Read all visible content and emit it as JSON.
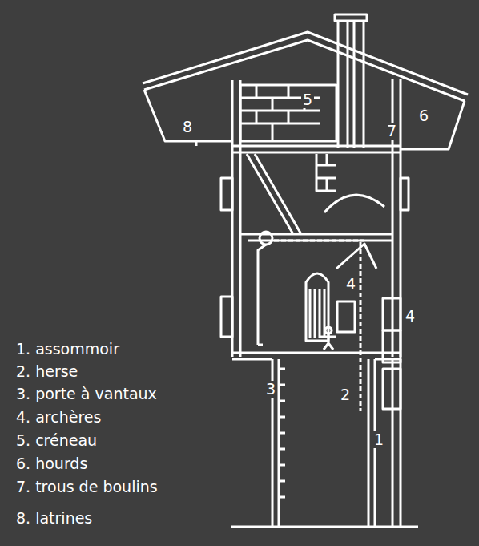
{
  "diagram": {
    "labels": [
      "5",
      "6",
      "8",
      "7",
      "4",
      "4",
      "3",
      "2",
      "1",
      "1. assommoir",
      "2. herse",
      "3. porte à vantaux",
      "4. archères",
      "5. créneau",
      "6. hourds",
      "7. trous de boulins",
      "8. latrines"
    ]
  }
}
